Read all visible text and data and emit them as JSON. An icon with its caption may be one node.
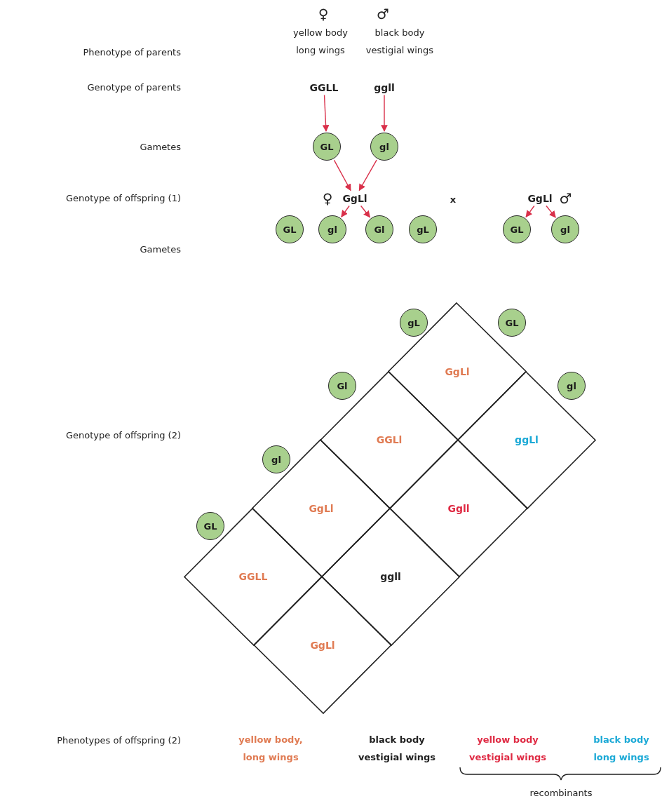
{
  "diagram": {
    "nodes": [
      {
        "text": [
          "GGLL"
        ]
      },
      {
        "text": [
          "ggll"
        ]
      },
      {
        "text": [
          "GL"
        ]
      },
      {
        "text": [
          "gl"
        ]
      },
      {
        "text": [
          "GgLl"
        ],
        "beside": [
          "♀"
        ]
      },
      {
        "text": [
          "GgLl"
        ],
        "beside": [
          "♂"
        ]
      },
      {
        "text": [
          "GL"
        ]
      },
      {
        "text": [
          "gl"
        ]
      },
      {
        "text": [
          "Gl"
        ]
      },
      {
        "text": [
          "gL"
        ]
      },
      {
        "text": [
          "GL"
        ]
      },
      {
        "text": [
          "gl"
        ]
      },
      {
        "text": [
          "GgLl"
        ]
      },
      {
        "text": [
          "GGLl"
        ]
      },
      {
        "text": [
          "ggLl"
        ]
      },
      {
        "text": [
          "GgLl"
        ]
      },
      {
        "text": [
          "Ggll"
        ]
      },
      {
        "text": [
          "GGLL"
        ]
      },
      {
        "text": [
          "ggll"
        ]
      },
      {
        "text": [
          "GgLl"
        ]
      },
      {
        "text": [
          "gL"
        ]
      },
      {
        "text": [
          "GL"
        ]
      },
      {
        "text": [
          "Gl"
        ]
      },
      {
        "text": [
          "gl"
        ]
      },
      {
        "text": [
          "gl"
        ]
      },
      {
        "text": [
          "GL"
        ]
      }
    ],
    "edges": [
      {
        "from": 0,
        "to": 2,
        "arrow": "to"
      },
      {
        "from": 1,
        "to": 3,
        "arrow": "to"
      },
      {
        "from": 2,
        "to": 4,
        "arrow": "to"
      },
      {
        "from": 3,
        "to": 4,
        "arrow": "to"
      },
      {
        "from": 4,
        "to": 7,
        "arrow": "to"
      },
      {
        "from": 4,
        "to": 8,
        "arrow": "to"
      },
      {
        "from": 5,
        "to": 10,
        "arrow": "to"
      },
      {
        "from": 5,
        "to": 11,
        "arrow": "to"
      }
    ],
    "labels": [
      "Phenotype of parents",
      "♀",
      "yellow body long wings",
      "♂",
      "black body vestigial wings",
      "Genotype of parents",
      "Gametes",
      "Genotype of offspring (1)",
      "x",
      "Gametes",
      "Genotype of offspring (2)",
      "Phenotypes of offspring (2)",
      "yellow body, long wings",
      "black body vestigial wings",
      "yellow body vestigial wings",
      "black body long wings",
      "recombinants"
    ]
  }
}
